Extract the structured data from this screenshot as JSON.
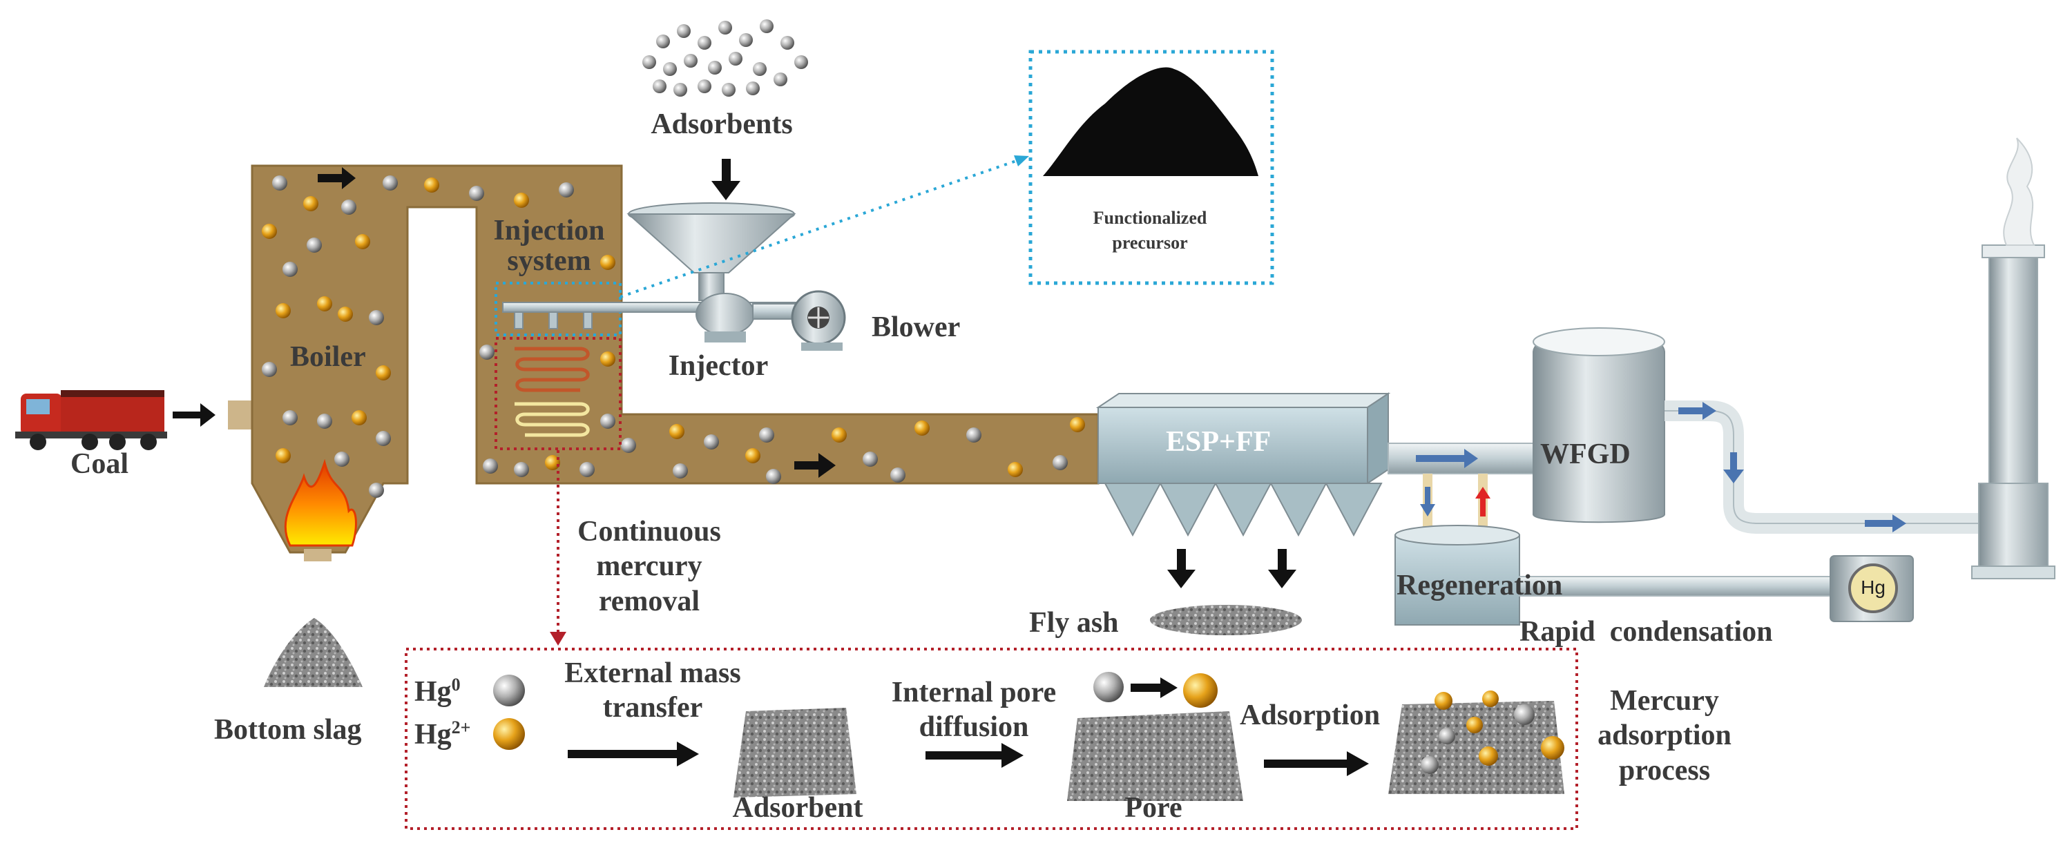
{
  "labels": {
    "adsorbents": "Adsorbents",
    "injection_system": "Injection system",
    "injector": "Injector",
    "blower": "Blower",
    "boiler": "Boiler",
    "coal": "Coal",
    "bottom_slag": "Bottom slag",
    "precursor": "Functionalized precursor",
    "esp_ff": "ESP+FF",
    "wfgd": "WFGD",
    "regeneration": "Regeneration",
    "rapid_condensation": "Rapid  condensation",
    "hg_icon": "Hg",
    "fly_ash": "Fly ash",
    "continuous_removal": "Continuous mercury removal"
  },
  "process": {
    "hg0": "Hg",
    "hg0_sup": "0",
    "hg2": "Hg",
    "hg2_sup": "2+",
    "external_mass_transfer": "External mass transfer",
    "adsorbent": "Adsorbent",
    "internal_pore_diffusion": "Internal pore diffusion",
    "pore": "Pore",
    "adsorption": "Adsorption",
    "mercury_adsorption_process": "Mercury adsorption process"
  },
  "colors": {
    "duct": "#a3834f",
    "red_dotted": "#b3202a",
    "blue_dotted": "#2aa7d6",
    "silver_particle": "#9a9a9a",
    "gold_particle": "#e0a21a",
    "equipment": "#b7c6cc"
  }
}
